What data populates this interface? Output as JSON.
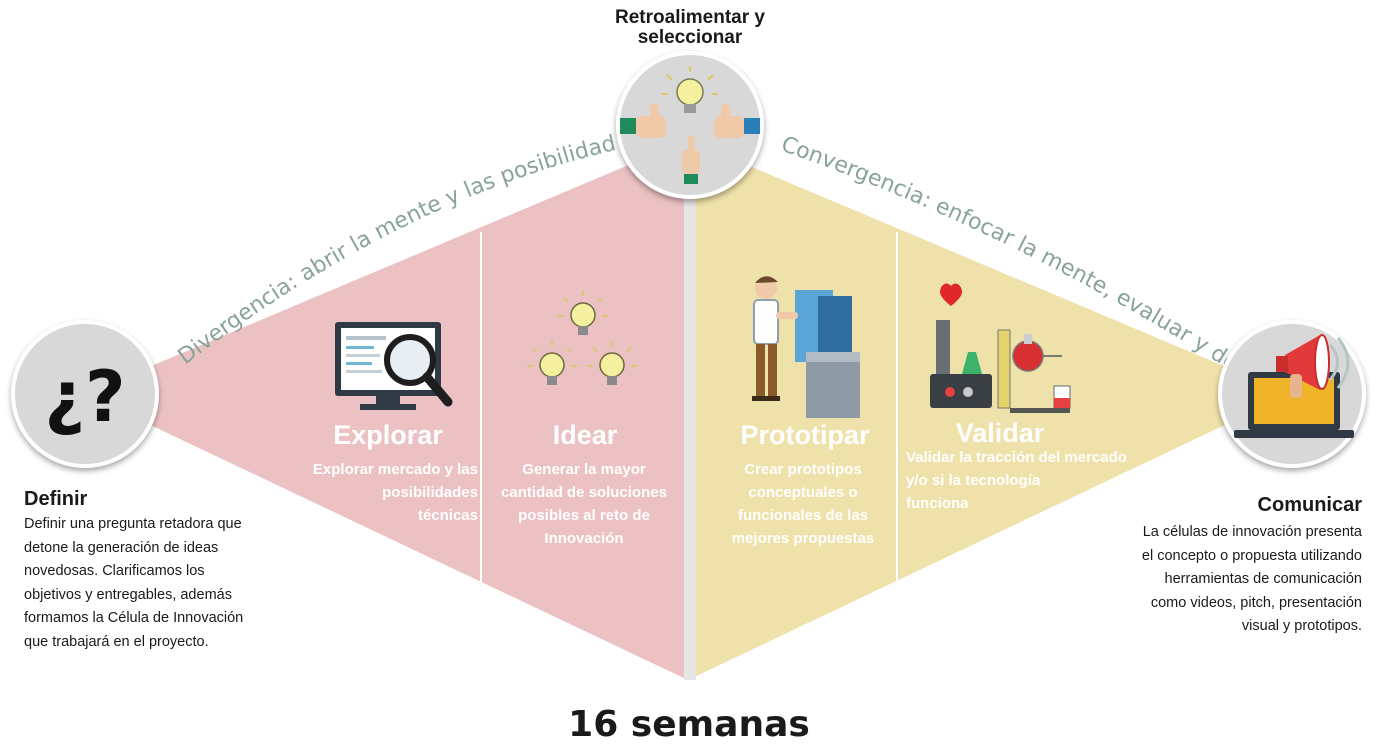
{
  "top": {
    "title_line1": "Retroalimentar y",
    "title_line2": "seleccionar"
  },
  "left_arc": "Divergencia: abrir la mente y las posibilidades",
  "right_arc": "Convergencia: enfocar la mente, evaluar y decidir",
  "define": {
    "title": "Definir",
    "lines": [
      "Definir una pregunta retadora que",
      "detone la generación de ideas",
      "novedosas. Clarificamos los",
      "objetivos y entregables, además",
      "formamos la Célula de Innovación",
      "que trabajará en el proyecto."
    ]
  },
  "stages": [
    {
      "title": "Explorar",
      "lines": [
        "Explorar mercado y las",
        "posibilidades",
        "técnicas"
      ]
    },
    {
      "title": "Idear",
      "lines": [
        "Generar la mayor",
        "cantidad de soluciones",
        "posibles al reto de",
        "Innovación"
      ]
    },
    {
      "title": "Prototipar",
      "lines": [
        "Crear prototipos",
        "conceptuales o",
        "funcionales de las",
        "mejores propuestas"
      ]
    },
    {
      "title": "Validar",
      "lines": [
        "Validar la tracción del mercado",
        "y/o si la tecnología",
        "funciona"
      ]
    }
  ],
  "communicate": {
    "title": "Comunicar",
    "lines": [
      "La células de innovación presenta",
      "el concepto o propuesta utilizando",
      "herramientas de comunicación",
      "como videos, pitch, presentación",
      "visual y prototipos."
    ]
  },
  "duration": "16 semanas",
  "colors": {
    "left_triangle": "#ecc1c4",
    "right_triangle": "#efe1aa",
    "circle": "#d8d8d8",
    "arc_text": "#8aa39a",
    "bulb": "#f4f0a0"
  },
  "icons": {
    "define": "question-marks-icon",
    "explore": "monitor-magnifier-icon",
    "ideate": "lightbulbs-icon",
    "prototype": "person-building-prototype-icon",
    "validate": "laboratory-equipment-icon",
    "feedback": "thumbs-up-lightbulb-icon",
    "communicate": "megaphone-laptop-icon"
  }
}
